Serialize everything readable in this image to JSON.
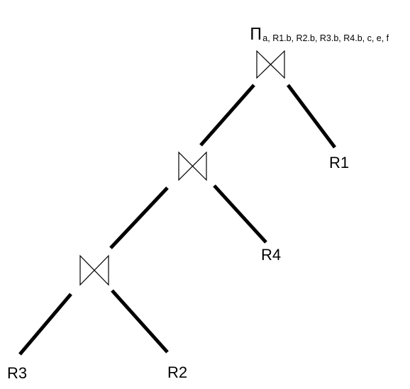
{
  "projection": {
    "symbol": "Π",
    "attributes": "a, R1.b, R2.b, R3.b, R4.b, c, e, f"
  },
  "joins": [
    {
      "id": "join-top",
      "operator": "natural-join-icon"
    },
    {
      "id": "join-middle",
      "operator": "natural-join-icon"
    },
    {
      "id": "join-bottom",
      "operator": "natural-join-icon"
    }
  ],
  "relations": {
    "r1": "R1",
    "r2": "R2",
    "r3": "R3",
    "r4": "R4"
  },
  "colors": {
    "stroke": "#000000",
    "background": "#ffffff"
  }
}
